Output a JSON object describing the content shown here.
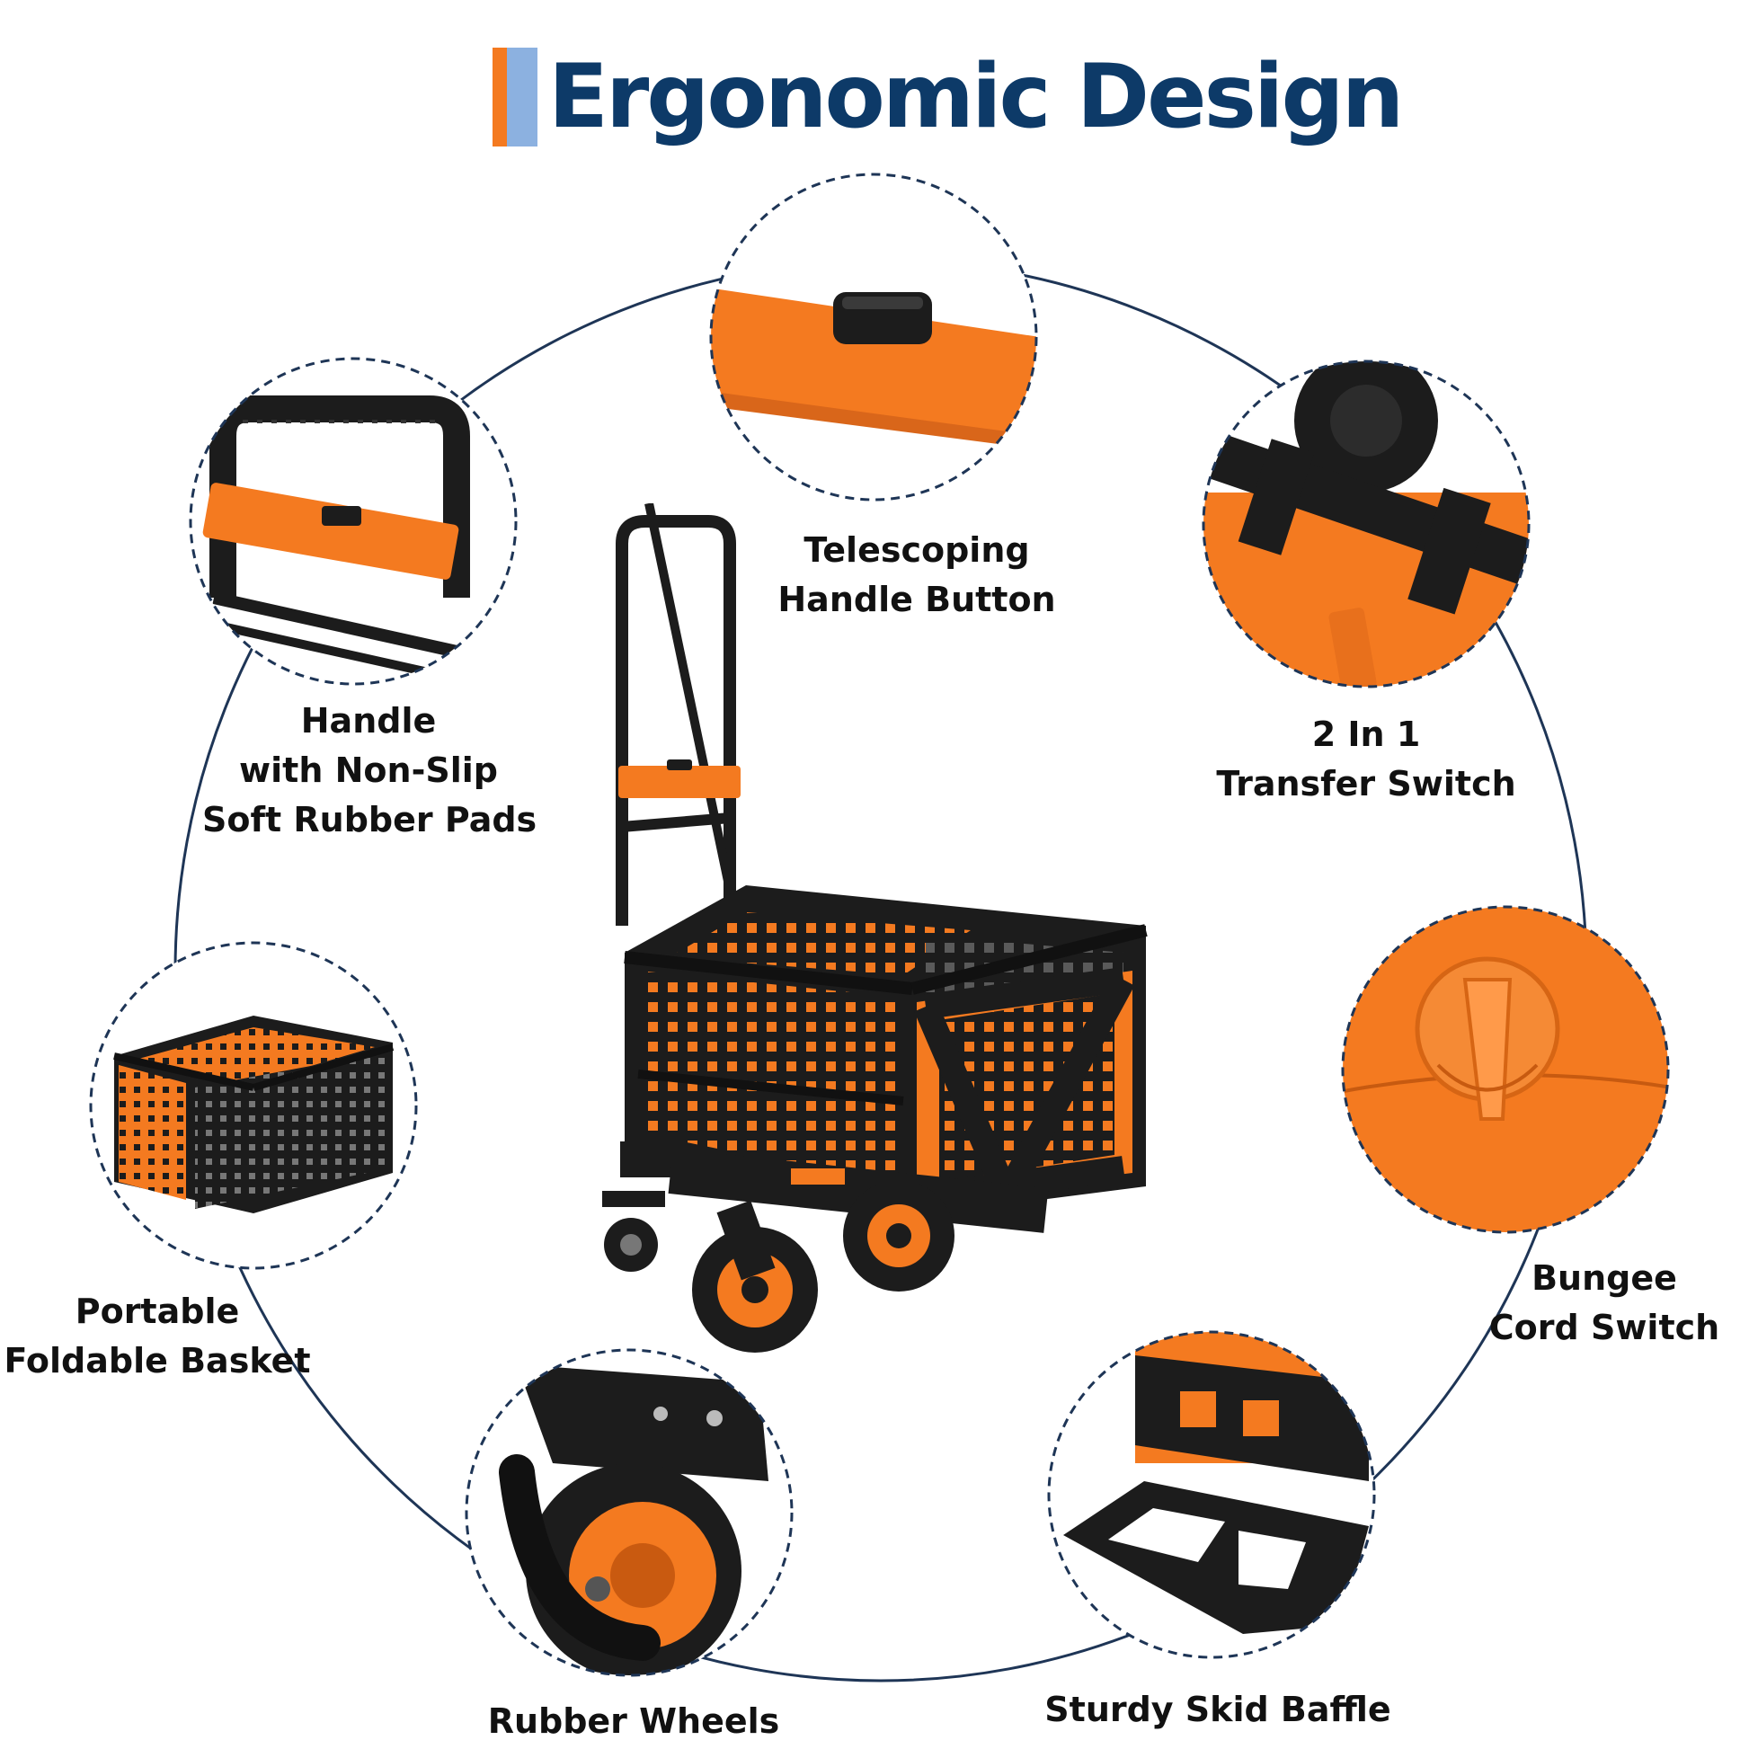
{
  "title": {
    "text": "Ergonomic Design",
    "accent_colors": [
      "#f47a20",
      "#8cb1e0"
    ],
    "text_color": "#0d3a68"
  },
  "product": {
    "primary_color": "#f47a20",
    "secondary_color": "#1c1c1c"
  },
  "features": [
    {
      "id": "handle",
      "lines": [
        "Handle",
        "with Non-Slip",
        "Soft Rubber Pads"
      ]
    },
    {
      "id": "telescoping",
      "lines": [
        "Telescoping",
        "Handle Button"
      ]
    },
    {
      "id": "transfer",
      "lines": [
        "2 In 1",
        "Transfer Switch"
      ]
    },
    {
      "id": "bungee",
      "lines": [
        "Bungee",
        "Cord Switch"
      ]
    },
    {
      "id": "baffle",
      "lines": [
        "Sturdy Skid Baffle"
      ]
    },
    {
      "id": "wheels",
      "lines": [
        "Rubber Wheels"
      ]
    },
    {
      "id": "basket",
      "lines": [
        "Portable",
        "Foldable Basket"
      ]
    }
  ]
}
